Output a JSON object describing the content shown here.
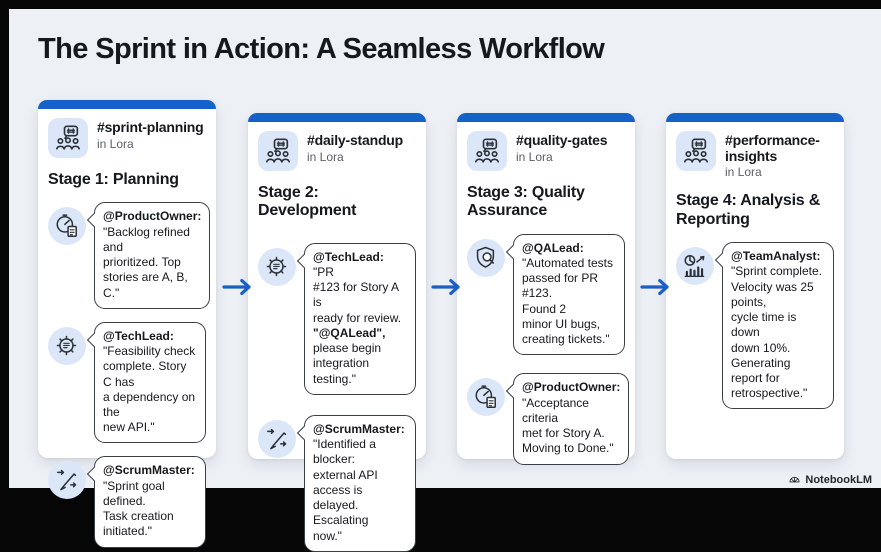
{
  "page": {
    "title": "The Sprint in Action: A Seamless Workflow",
    "footer": {
      "brand": "NotebookLM",
      "logo_icon": "notebooklm-fan-icon"
    },
    "flow": {
      "arrow_icon": "right-arrow-icon",
      "arrow_count": 3
    },
    "colors": {
      "accent_blue": "#1660c9",
      "background": "#edf0f5",
      "icon_background": "#dbe7f8",
      "bubble_border": "#3a3f46"
    }
  },
  "cards": [
    {
      "channel": "#sprint-planning",
      "workspace": "in Lora",
      "stage": "Stage 1: Planning",
      "header_icon": "channel-people-hash-icon",
      "messages": [
        {
          "icon": "gauge-document-icon",
          "author": "@ProductOwner:",
          "text": "\n\"Backlog refined and\nprioritized. Top\nstories are A, B, C.\"",
          "mention": "",
          "text2": ""
        },
        {
          "icon": "gear-document-icon",
          "author": "@TechLead:",
          "text": "\n\"Feasibility check\ncomplete. Story C has\na dependency on the\nnew API.\"",
          "mention": "",
          "text2": ""
        },
        {
          "icon": "hand-pen-arrows-icon",
          "author": "@ScrumMaster:",
          "text": "\n\"Sprint goal defined.\nTask creation\ninitiated.\"",
          "mention": "",
          "text2": ""
        }
      ]
    },
    {
      "channel": "#daily-standup",
      "workspace": "in Lora",
      "stage": "Stage 2: Development",
      "header_icon": "channel-people-hash-icon",
      "messages": [
        {
          "icon": "gear-document-icon",
          "author": "@TechLead:",
          "text": " \"PR\n#123 for Story A is\nready for review.\n",
          "mention": "\"@QALead\",",
          "text2": "\nplease begin\nintegration testing.\""
        },
        {
          "icon": "hand-pen-arrows-icon",
          "author": "@ScrumMaster:",
          "text": "\n\"Identified a blocker:\nexternal API access is\ndelayed. Escalating\nnow.\"",
          "mention": "",
          "text2": ""
        }
      ]
    },
    {
      "channel": "#quality-gates",
      "workspace": "in Lora",
      "stage": "Stage 3: Quality Assurance",
      "header_icon": "channel-people-hash-icon",
      "messages": [
        {
          "icon": "shield-magnifier-icon",
          "author": "@QALead:",
          "text": "\n\"Automated tests\npassed for PR #123.\nFound 2\nminor UI bugs,\ncreating tickets.\"",
          "mention": "",
          "text2": ""
        },
        {
          "icon": "gauge-document-icon",
          "author": "@ProductOwner:",
          "text": "\n\"Acceptance criteria\nmet for Story A.\nMoving to Done.\"",
          "mention": "",
          "text2": ""
        }
      ]
    },
    {
      "channel": "#performance-insights",
      "workspace": "in Lora",
      "stage": "Stage 4: Analysis & Reporting",
      "header_icon": "channel-people-hash-icon",
      "messages": [
        {
          "icon": "pie-bars-trend-icon",
          "author": "@TeamAnalyst:",
          "text": "\n\"Sprint complete.\nVelocity was 25\npoints,\ncycle time is down\ndown 10%.\nGenerating report for\nretrospective.\"",
          "mention": "",
          "text2": ""
        }
      ]
    }
  ]
}
